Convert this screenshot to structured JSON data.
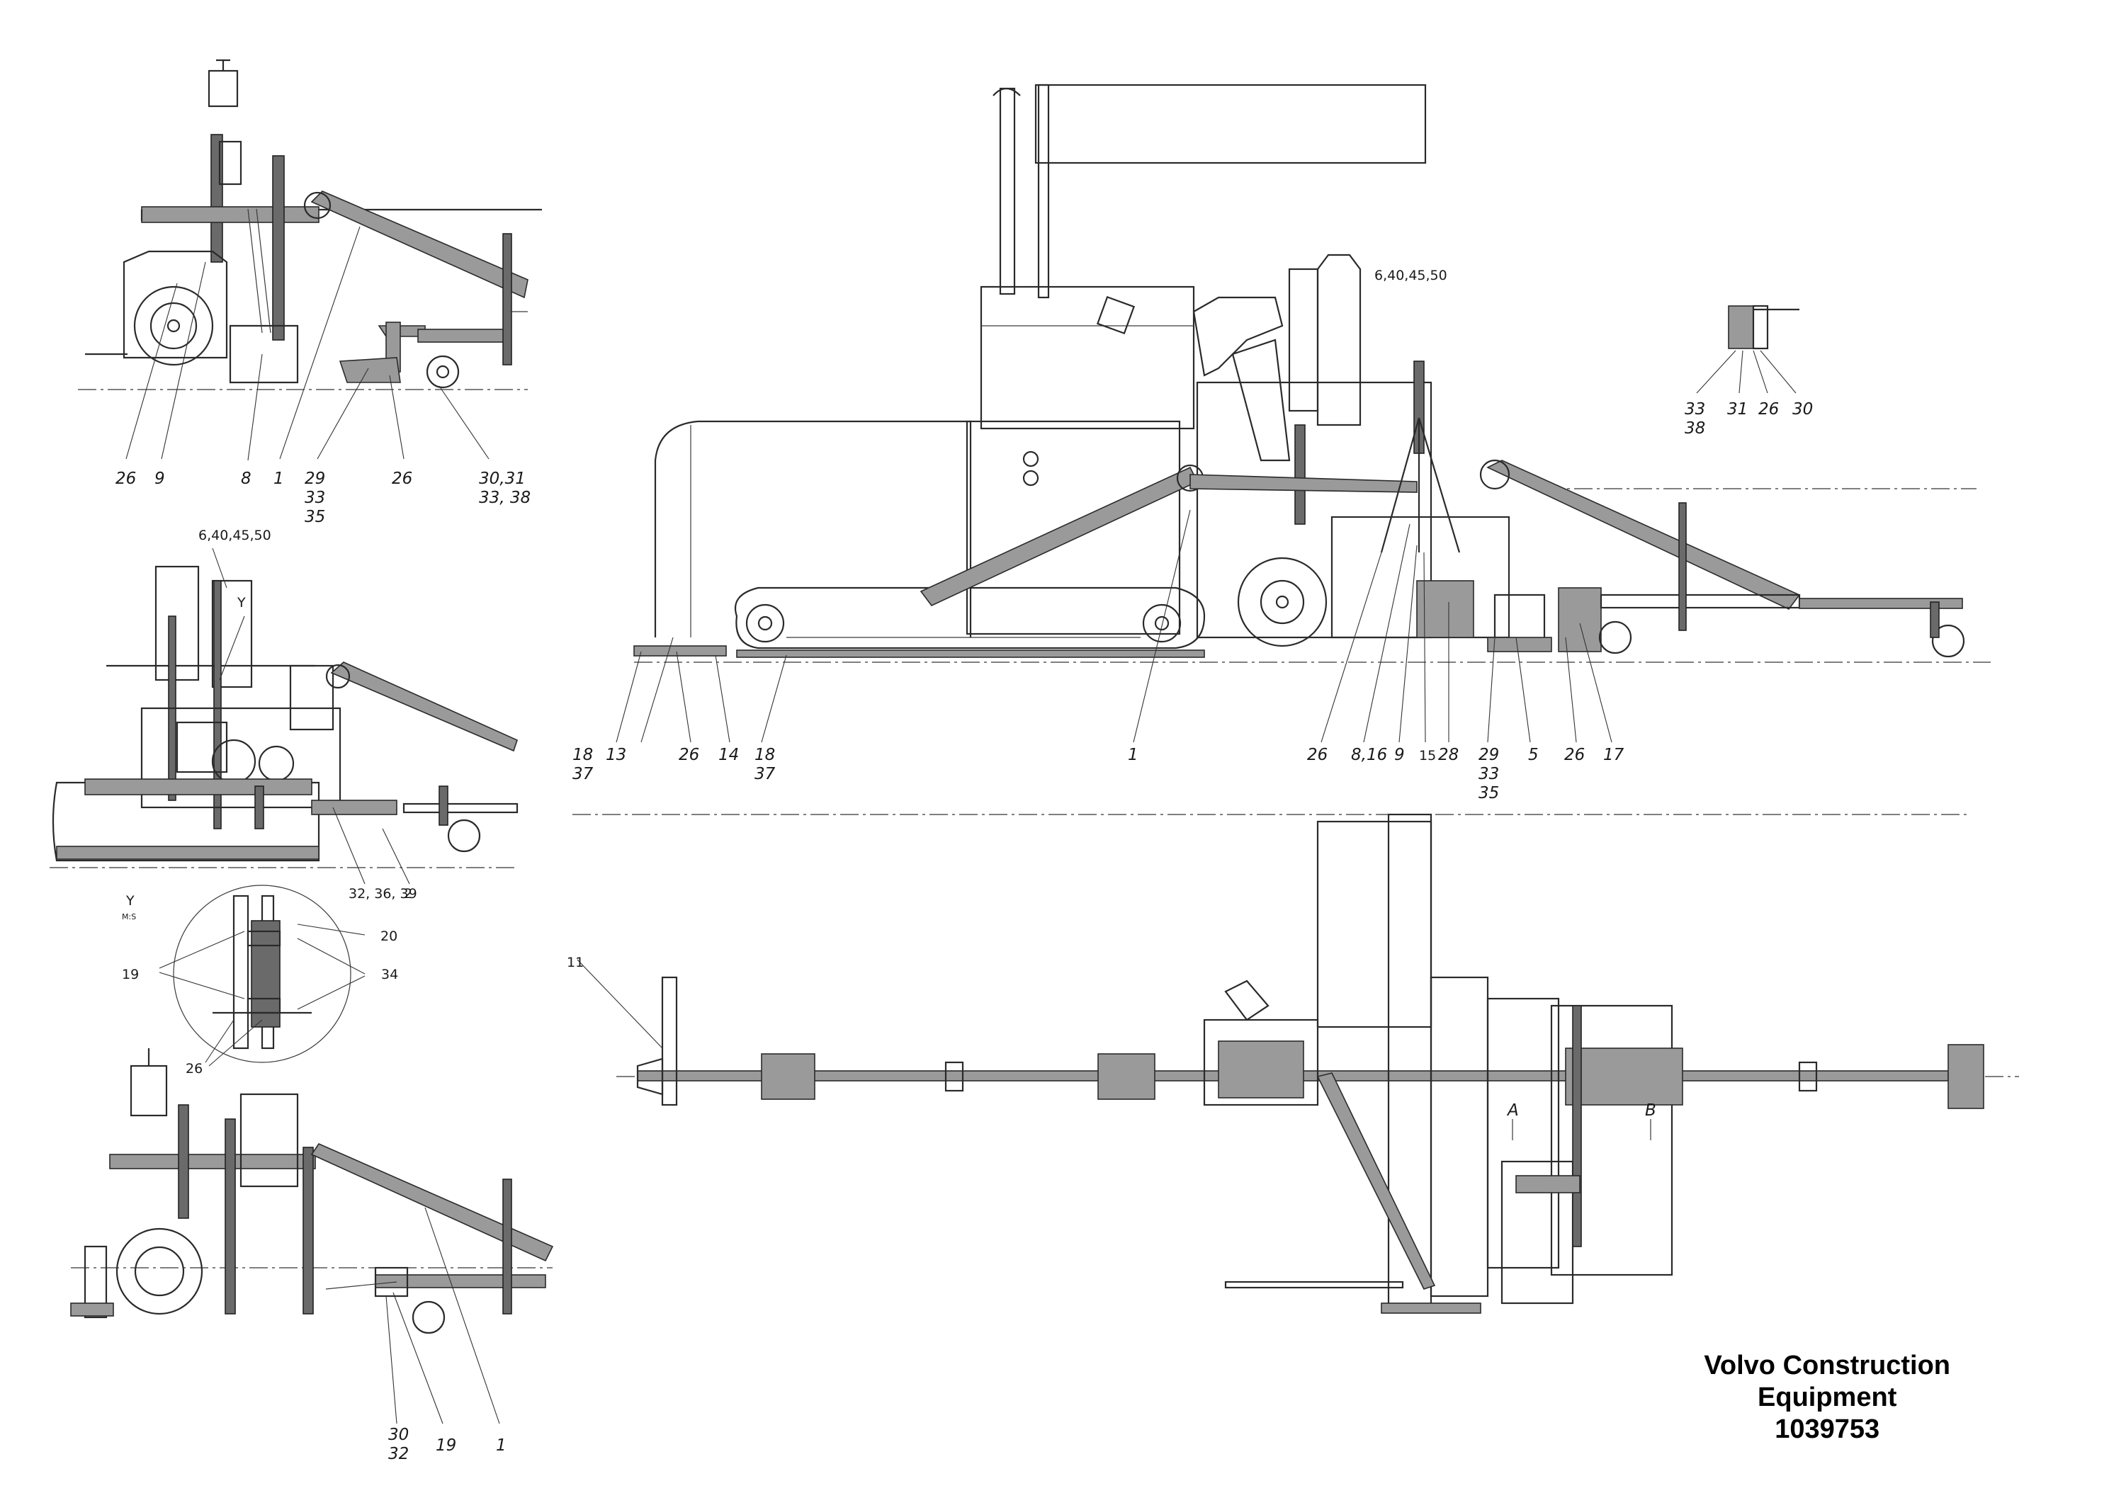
{
  "brand": {
    "line1": "Volvo Construction",
    "line2": "Equipment",
    "part_number": "1039753"
  },
  "callouts": {
    "tl": [
      "26",
      "9",
      "8",
      "1",
      "29",
      "33",
      "35",
      "26",
      "30,31",
      "33, 38"
    ],
    "ml": [
      "6,40,45,50",
      "Y",
      "32, 36, 39",
      "2"
    ],
    "detail_y": [
      "Y",
      "M:S",
      "20",
      "19",
      "34",
      "26"
    ],
    "bl": [
      "30",
      "32",
      "19",
      "1"
    ],
    "main": [
      "6,40,45,50",
      "18",
      "37",
      "13",
      "26",
      "14",
      "18",
      "37",
      "1",
      "26",
      "8,16",
      "9",
      "15",
      "28",
      "29",
      "33",
      "35",
      "5",
      "26",
      "17"
    ],
    "small": [
      "33",
      "38",
      "31",
      "26",
      "30"
    ],
    "plan": [
      "11",
      "A",
      "B"
    ]
  }
}
